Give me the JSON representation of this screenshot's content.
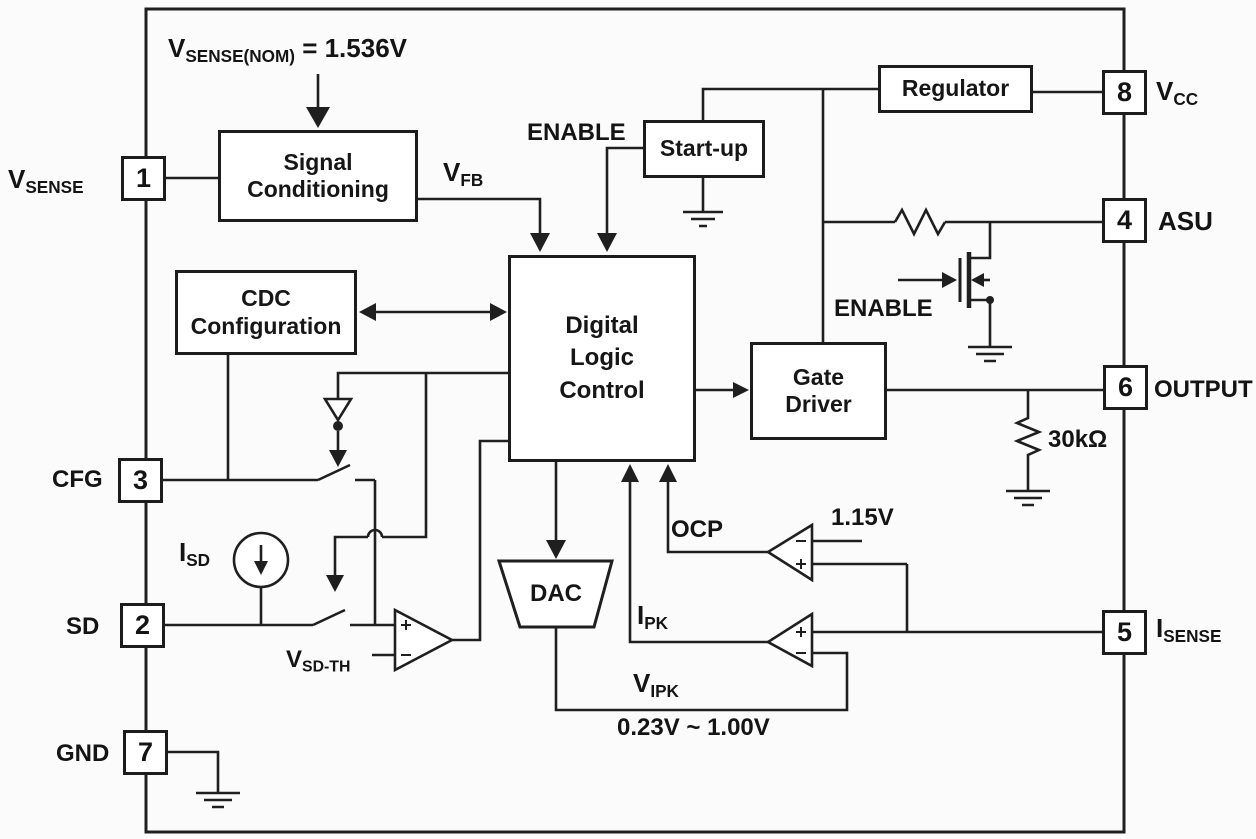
{
  "blocks": {
    "signal_conditioning": {
      "line1": "Signal",
      "line2": "Conditioning"
    },
    "cdc": {
      "line1": "CDC",
      "line2": "Configuration"
    },
    "dlc": {
      "line1": "Digital",
      "line2": "Logic",
      "line3": "Control"
    },
    "startup": {
      "label": "Start-up"
    },
    "regulator": {
      "label": "Regulator"
    },
    "gate_driver": {
      "line1": "Gate",
      "line2": "Driver"
    },
    "dac": {
      "label": "DAC"
    }
  },
  "pins": {
    "p1": "1",
    "p3": "3",
    "p2": "2",
    "p7": "7",
    "p8": "8",
    "p4": "4",
    "p6": "6",
    "p5": "5"
  },
  "labels": {
    "vsense_nom": {
      "pre": "V",
      "sub": "SENSE(NOM)",
      "post": " = 1.536V"
    },
    "vsense": {
      "pre": "V",
      "sub": "SENSE"
    },
    "vfb": {
      "pre": "V",
      "sub": "FB"
    },
    "enable_top": "ENABLE",
    "enable_fet": "ENABLE",
    "vcc": {
      "pre": "V",
      "sub": "CC"
    },
    "asu": "ASU",
    "output": "OUTPUT",
    "resistor_30k": "30kΩ",
    "isense": {
      "pre": "I",
      "sub": "SENSE"
    },
    "comp_ref": "1.15V",
    "ocp": "OCP",
    "ipk": {
      "pre": "I",
      "sub": "PK"
    },
    "vipk": {
      "pre": "V",
      "sub": "IPK"
    },
    "dac_range": "0.23V ~ 1.00V",
    "vsdth": {
      "pre": "V",
      "sub": "SD-TH"
    },
    "isd": {
      "pre": "I",
      "sub": "SD"
    },
    "cfg": "CFG",
    "sd": "SD",
    "gnd": "GND"
  },
  "colors": {
    "line": "#1f1f1f",
    "text": "#141414",
    "background": "#fbfbfb",
    "box_fill": "#ffffff"
  }
}
